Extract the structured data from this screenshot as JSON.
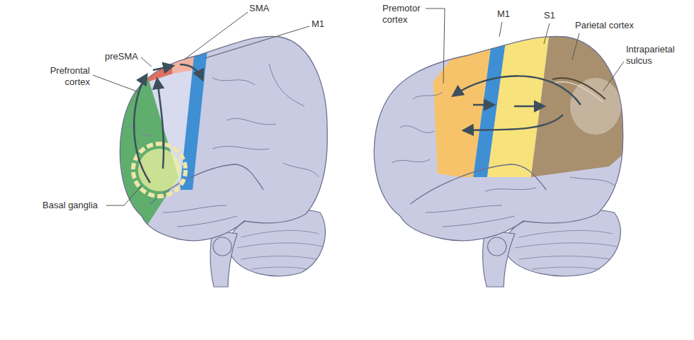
{
  "diagram": {
    "labels": [
      "SMA",
      "preSMA",
      "M1",
      "Prefrontal cortex",
      "Basal ganglia",
      "Premotor cortex",
      "M1",
      "S1",
      "Parietal cortex",
      "Intraparietal sulcus"
    ]
  }
}
